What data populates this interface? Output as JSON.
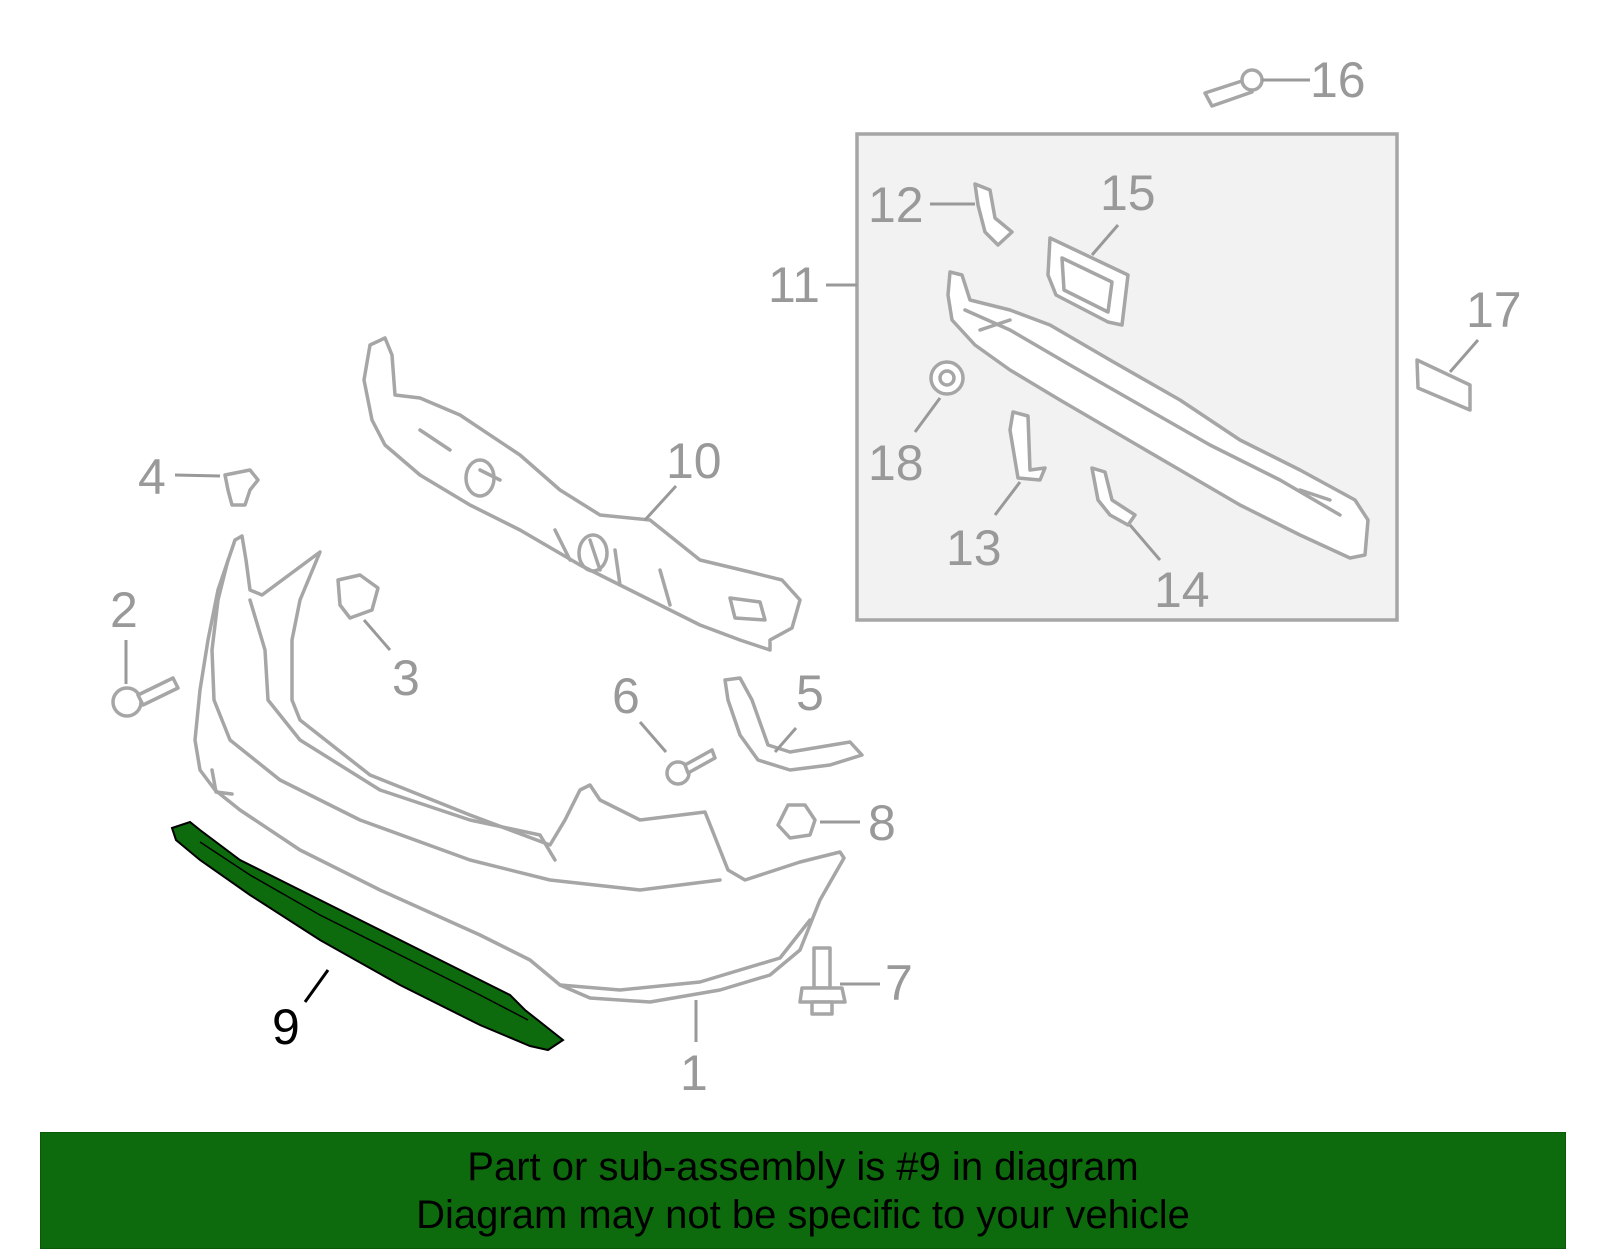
{
  "diagram": {
    "highlight_color": "#0d6b0d",
    "highlighted_part": "9",
    "callouts": [
      {
        "id": "1",
        "label": "1"
      },
      {
        "id": "2",
        "label": "2"
      },
      {
        "id": "3",
        "label": "3"
      },
      {
        "id": "4",
        "label": "4"
      },
      {
        "id": "5",
        "label": "5"
      },
      {
        "id": "6",
        "label": "6"
      },
      {
        "id": "7",
        "label": "7"
      },
      {
        "id": "8",
        "label": "8"
      },
      {
        "id": "9",
        "label": "9"
      },
      {
        "id": "10",
        "label": "10"
      },
      {
        "id": "11",
        "label": "11"
      },
      {
        "id": "12",
        "label": "12"
      },
      {
        "id": "13",
        "label": "13"
      },
      {
        "id": "14",
        "label": "14"
      },
      {
        "id": "15",
        "label": "15"
      },
      {
        "id": "16",
        "label": "16"
      },
      {
        "id": "17",
        "label": "17"
      },
      {
        "id": "18",
        "label": "18"
      }
    ]
  },
  "banner": {
    "line1": "Part or sub-assembly is #9 in diagram",
    "line2": "Diagram may not be specific to your vehicle",
    "background": "#0d6b0d"
  }
}
